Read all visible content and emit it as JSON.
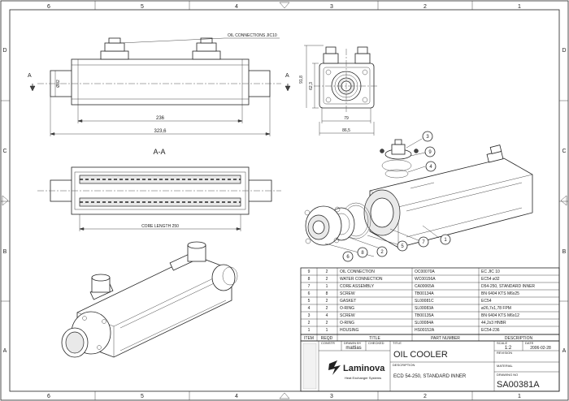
{
  "border": {
    "columns_top": [
      "6",
      "5",
      "4",
      "3",
      "2",
      "1"
    ],
    "columns_bottom": [
      "6",
      "5",
      "4",
      "3",
      "2",
      "1"
    ],
    "rows": [
      "D",
      "C",
      "B",
      "A"
    ]
  },
  "front_view": {
    "callout": "OIL CONNECTIONS JIC10",
    "section_marker": "A",
    "dim_diameter": "Ø32",
    "dim_inner": "236",
    "dim_overall": "323,6"
  },
  "side_view": {
    "dim_height_outer": "91,8",
    "dim_height_inner": "62,3",
    "dim_width_inner": "79",
    "dim_width_outer": "86,5"
  },
  "section_view": {
    "title": "A-A",
    "core_length": "CORE LENGTH 250"
  },
  "balloons": [
    "3",
    "9",
    "4",
    "1",
    "7",
    "5",
    "2",
    "8",
    "6"
  ],
  "parts_list": {
    "headers": {
      "item": "ITEM",
      "reqd": "REQD",
      "title": "TITLE",
      "part_number": "PART NUMBER",
      "description": "DESCRIPTION"
    },
    "rows": [
      {
        "item": "9",
        "reqd": "2",
        "title": "OIL CONNECTION",
        "part_number": "OC00070A",
        "description": "EC JIC 10"
      },
      {
        "item": "8",
        "reqd": "2",
        "title": "WATER CONNECTION",
        "part_number": "WC00156A",
        "description": "EC54 ø32"
      },
      {
        "item": "7",
        "reqd": "1",
        "title": "CORE ASSEMBLY",
        "part_number": "CA00065A",
        "description": "D54-250, STANDARD INNER"
      },
      {
        "item": "6",
        "reqd": "8",
        "title": "SCREW",
        "part_number": "TB00134A",
        "description": "BN 6404 KTS M6x25"
      },
      {
        "item": "5",
        "reqd": "2",
        "title": "GASKET",
        "part_number": "SL00081C",
        "description": "EC54"
      },
      {
        "item": "4",
        "reqd": "2",
        "title": "O-RING",
        "part_number": "SL00083A",
        "description": "ø26,7x1,78 FPM"
      },
      {
        "item": "3",
        "reqd": "4",
        "title": "SCREW",
        "part_number": "TB00135A",
        "description": "BN 6404 KTS M6x12"
      },
      {
        "item": "2",
        "reqd": "2",
        "title": "O-RING",
        "part_number": "SL00084A",
        "description": "44,2x3 HNBR"
      },
      {
        "item": "1",
        "reqd": "1",
        "title": "HOUSING",
        "part_number": "HS00152A",
        "description": "EC54-236"
      }
    ]
  },
  "title_block": {
    "constr_label": "CONSTR",
    "drawn_by_label": "DRAWN BY",
    "drawn_by": "mattias",
    "checked_label": "CHECKED",
    "title_label": "TITLE",
    "title": "OIL COOLER",
    "scale_label": "SCALE",
    "scale": "1:2",
    "date_label": "DATE",
    "date": "2006-02-28",
    "revision_label": "REVISION",
    "description_label": "DESCRIPTION",
    "description": "ECD 54-250, STANDARD INNER",
    "material_label": "MATERIAL",
    "drawing_no_label": "DRAWING NO",
    "drawing_no": "SA00381A",
    "company": "Laminova",
    "company_tagline": "Heat Exchanger Systems"
  }
}
